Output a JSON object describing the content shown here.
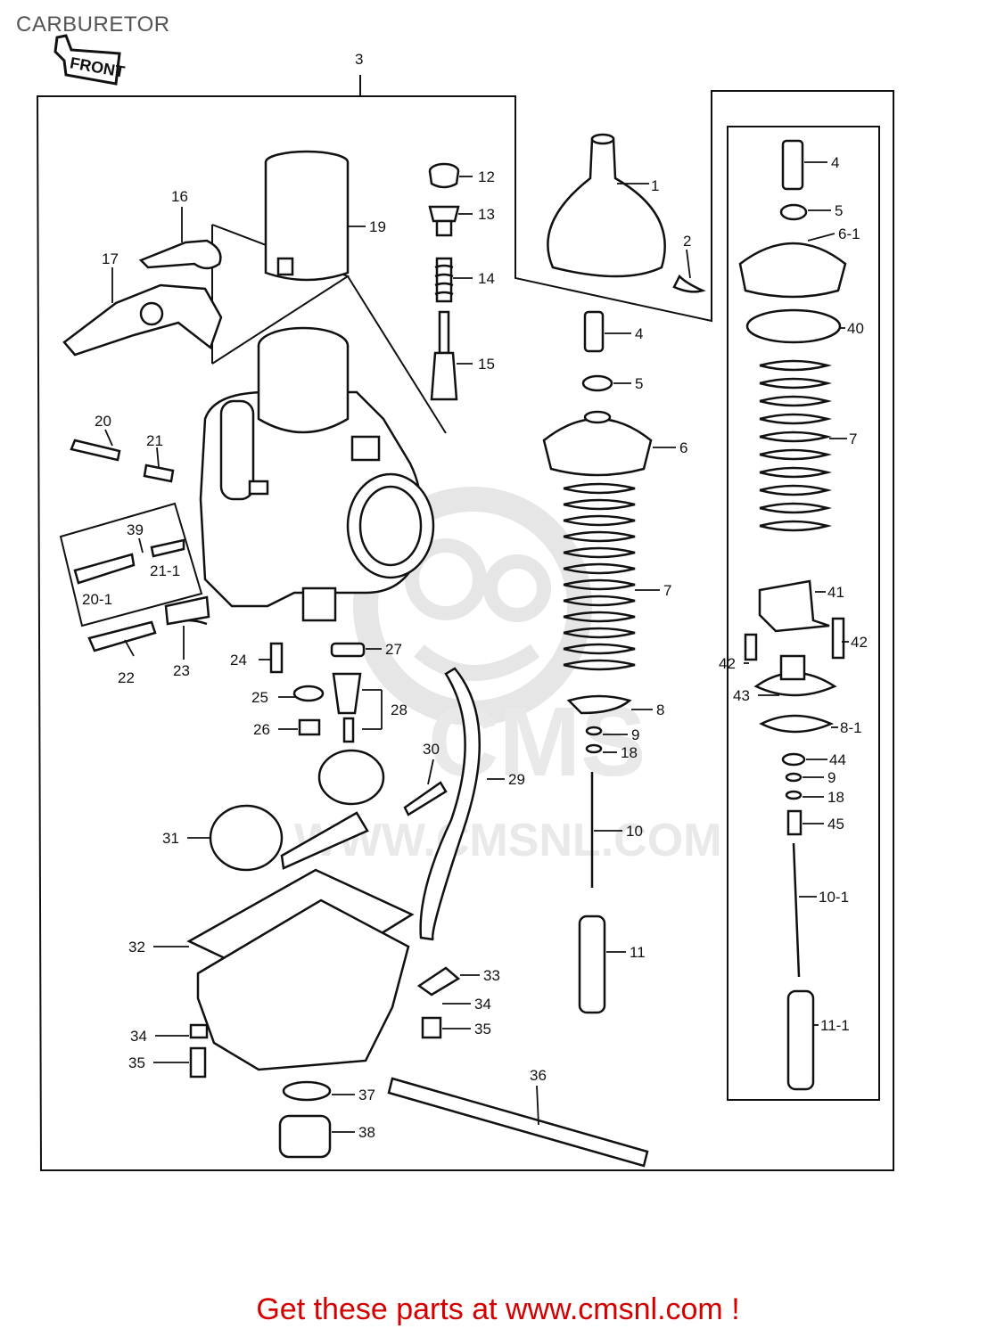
{
  "page": {
    "title": "CARBURETOR"
  },
  "front_tag": {
    "label": "FRONT"
  },
  "watermark": {
    "logo_text": "CMS",
    "url_text": "WWW.CMSNL.COM"
  },
  "footer": {
    "text": "Get these parts at www.cmsnl.com !"
  },
  "colors": {
    "line": "#111111",
    "footer_text": "#d40000",
    "watermark": "#e6e6e6",
    "title": "#555555"
  },
  "callouts": [
    {
      "id": "c3",
      "label": "3"
    },
    {
      "id": "c1",
      "label": "1"
    },
    {
      "id": "c2",
      "label": "2"
    },
    {
      "id": "c12",
      "label": "12"
    },
    {
      "id": "c13",
      "label": "13"
    },
    {
      "id": "c14",
      "label": "14"
    },
    {
      "id": "c15",
      "label": "15"
    },
    {
      "id": "c16",
      "label": "16"
    },
    {
      "id": "c17",
      "label": "17"
    },
    {
      "id": "c19",
      "label": "19"
    },
    {
      "id": "c20",
      "label": "20"
    },
    {
      "id": "c21",
      "label": "21"
    },
    {
      "id": "c39",
      "label": "39"
    },
    {
      "id": "c21-1",
      "label": "21-1"
    },
    {
      "id": "c20-1",
      "label": "20-1"
    },
    {
      "id": "c22",
      "label": "22"
    },
    {
      "id": "c23",
      "label": "23"
    },
    {
      "id": "c24",
      "label": "24"
    },
    {
      "id": "c27",
      "label": "27"
    },
    {
      "id": "c25",
      "label": "25"
    },
    {
      "id": "c28",
      "label": "28"
    },
    {
      "id": "c26",
      "label": "26"
    },
    {
      "id": "c30",
      "label": "30"
    },
    {
      "id": "c29",
      "label": "29"
    },
    {
      "id": "c31",
      "label": "31"
    },
    {
      "id": "c32",
      "label": "32"
    },
    {
      "id": "c33",
      "label": "33"
    },
    {
      "id": "c34a",
      "label": "34"
    },
    {
      "id": "c35a",
      "label": "35"
    },
    {
      "id": "c34b",
      "label": "34"
    },
    {
      "id": "c35b",
      "label": "35"
    },
    {
      "id": "c36",
      "label": "36"
    },
    {
      "id": "c37",
      "label": "37"
    },
    {
      "id": "c38",
      "label": "38"
    },
    {
      "id": "c4a",
      "label": "4"
    },
    {
      "id": "c5a",
      "label": "5"
    },
    {
      "id": "c6",
      "label": "6"
    },
    {
      "id": "c7a",
      "label": "7"
    },
    {
      "id": "c8",
      "label": "8"
    },
    {
      "id": "c9a",
      "label": "9"
    },
    {
      "id": "c18a",
      "label": "18"
    },
    {
      "id": "c10",
      "label": "10"
    },
    {
      "id": "c11",
      "label": "11"
    },
    {
      "id": "c4b",
      "label": "4"
    },
    {
      "id": "c5b",
      "label": "5"
    },
    {
      "id": "c6-1",
      "label": "6-1"
    },
    {
      "id": "c40",
      "label": "40"
    },
    {
      "id": "c7b",
      "label": "7"
    },
    {
      "id": "c41",
      "label": "41"
    },
    {
      "id": "c42a",
      "label": "42"
    },
    {
      "id": "c42b",
      "label": "42"
    },
    {
      "id": "c43",
      "label": "43"
    },
    {
      "id": "c8-1",
      "label": "8-1"
    },
    {
      "id": "c44",
      "label": "44"
    },
    {
      "id": "c9b",
      "label": "9"
    },
    {
      "id": "c18b",
      "label": "18"
    },
    {
      "id": "c45",
      "label": "45"
    },
    {
      "id": "c10-1",
      "label": "10-1"
    },
    {
      "id": "c11-1",
      "label": "11-1"
    }
  ]
}
